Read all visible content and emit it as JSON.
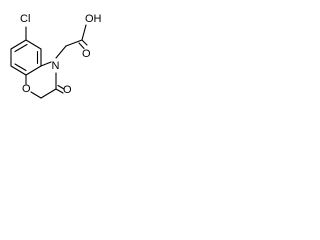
{
  "structure": {
    "labels": {
      "chloro": "Cl",
      "ring_oxygen": "O",
      "ring_nitrogen": "N",
      "carbonyl_oxygen": "O",
      "hydroxyl": "OH"
    },
    "colors": {
      "bond": "#000000",
      "text": "#000000",
      "background": "#ffffff"
    }
  }
}
